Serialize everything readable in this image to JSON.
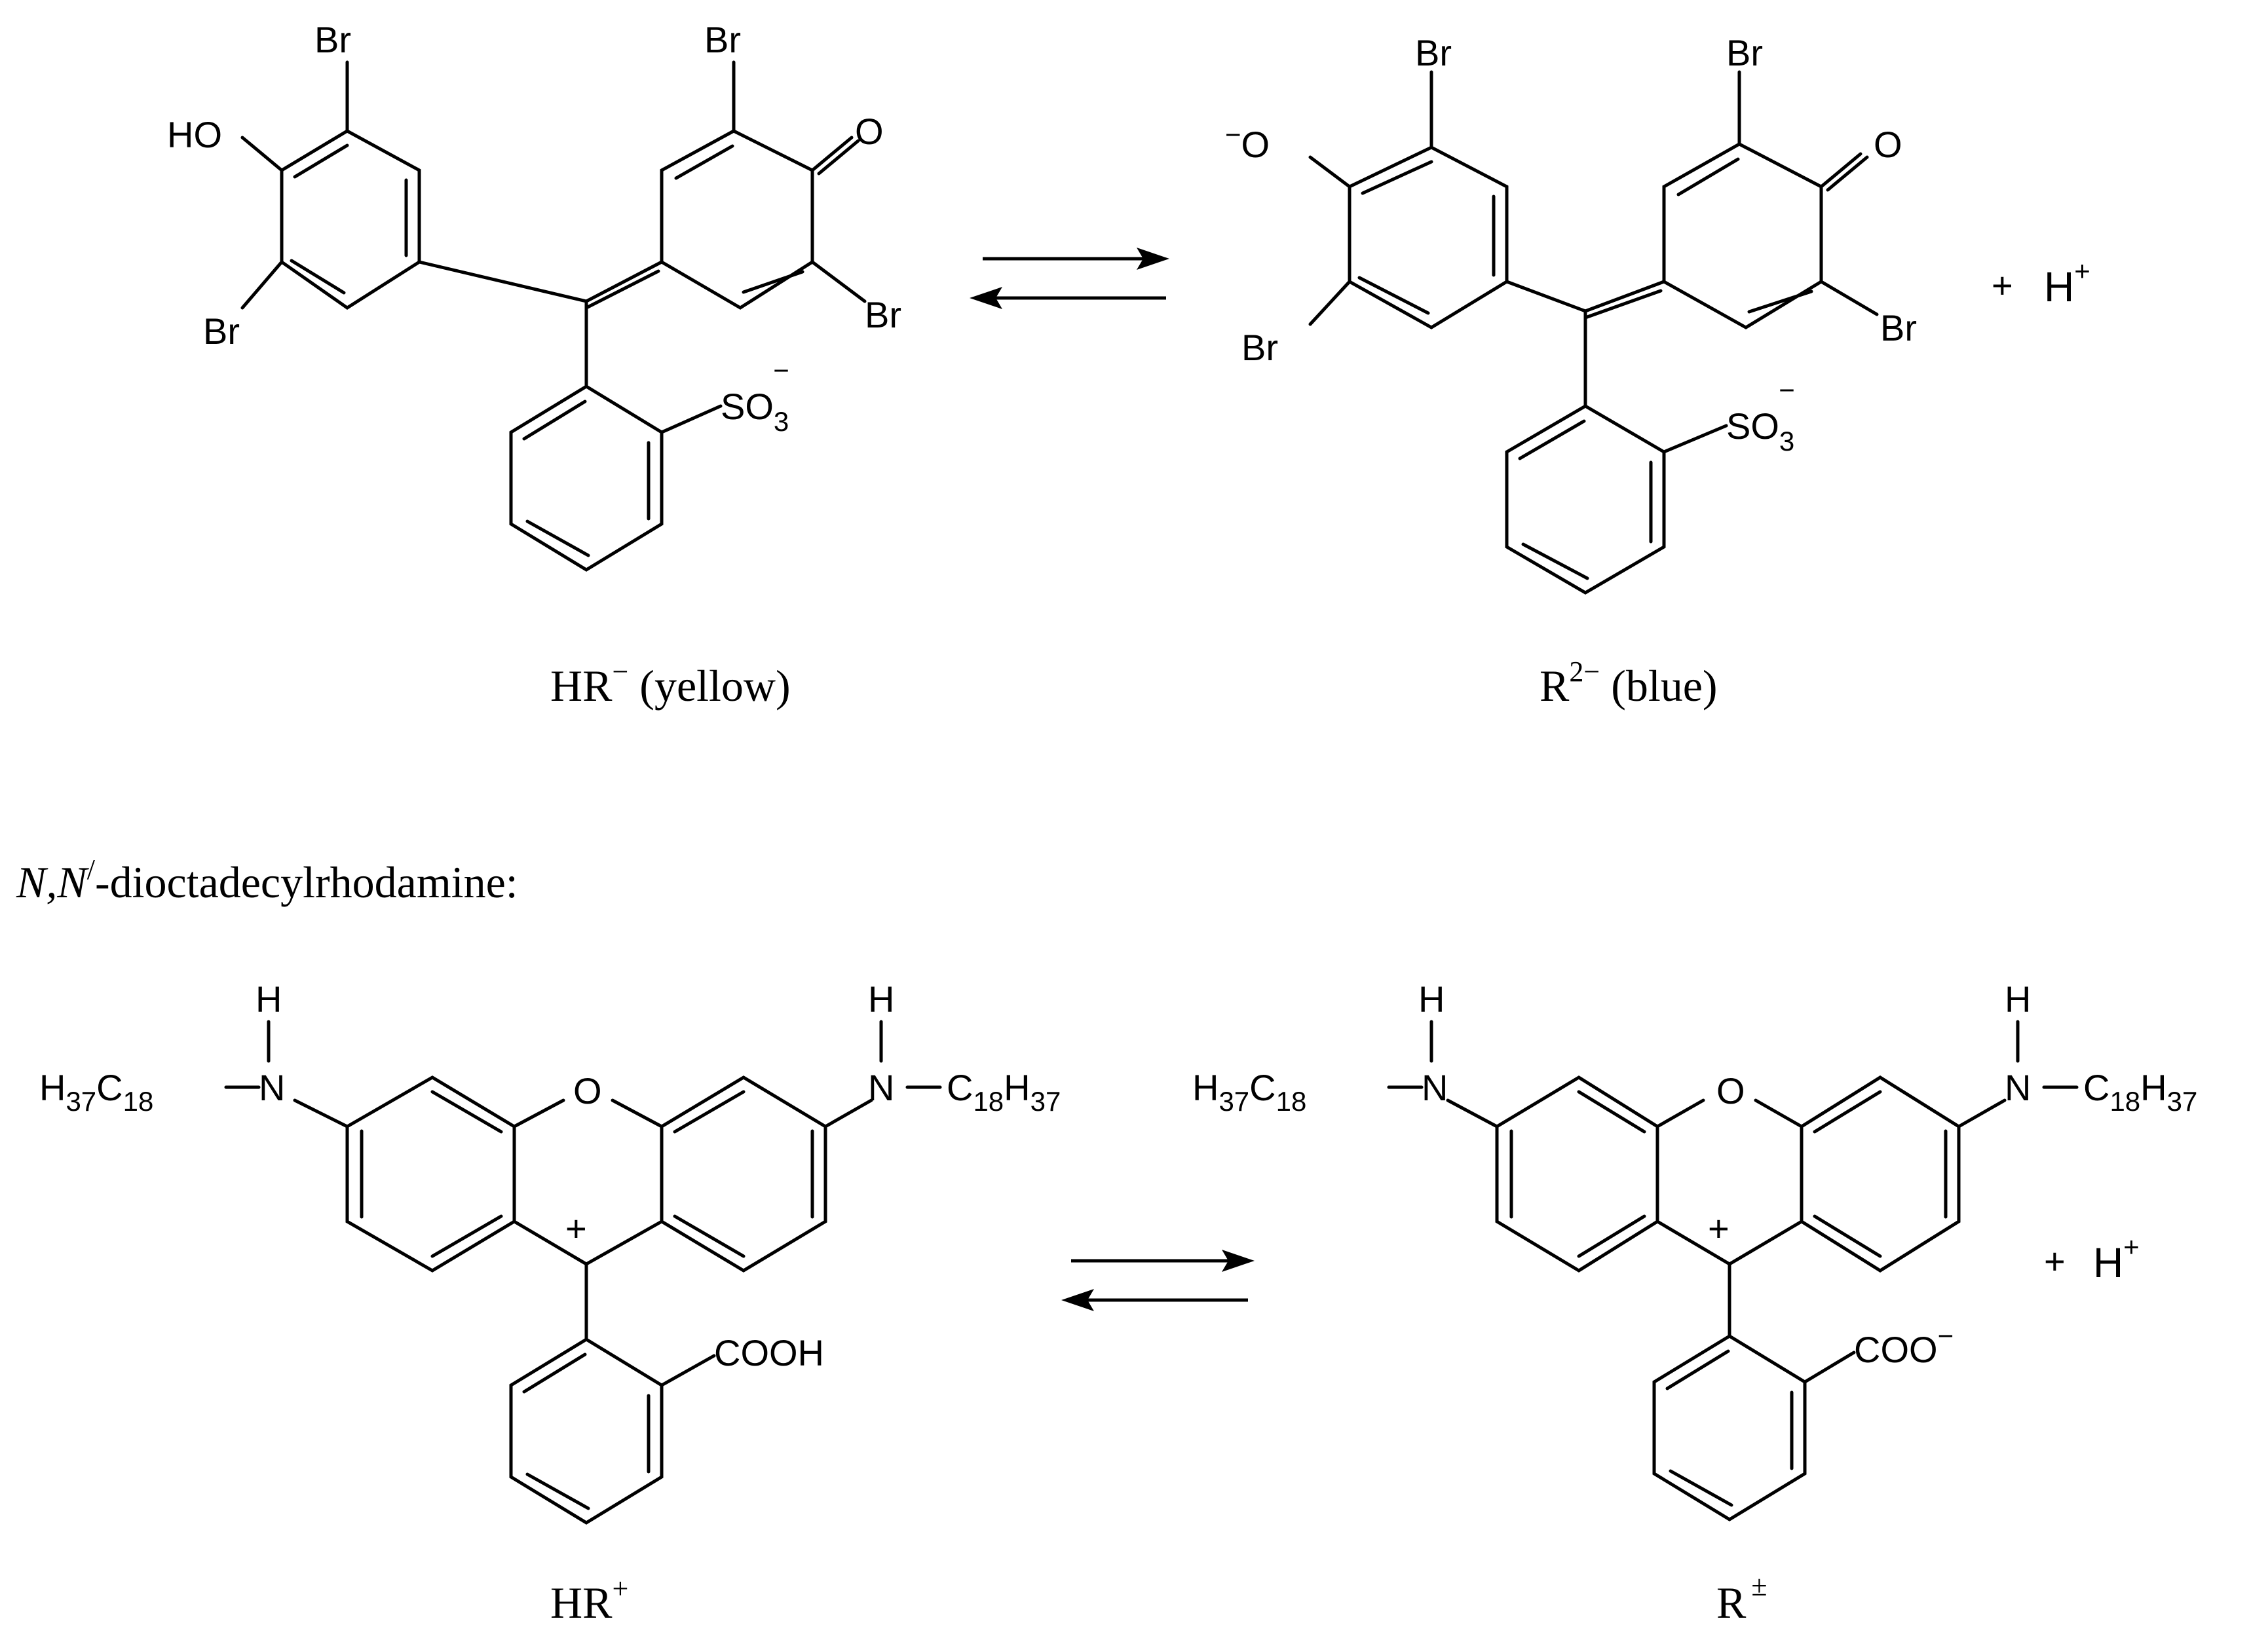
{
  "colors": {
    "ink": "#000000",
    "background": "#ffffff"
  },
  "equilibrium_1": {
    "reactant": {
      "caption": {
        "main": "HR",
        "charge": "−",
        "note": " (yellow)"
      },
      "atoms": {
        "hydroxyl": "HO",
        "br_top_left": "Br",
        "br_bottom_left": "Br",
        "br_top_right": "Br",
        "br_bottom_right": "Br",
        "carbonyl_o": "O",
        "sulfonate": {
          "main": "SO",
          "sub": "3",
          "sup": "−"
        }
      }
    },
    "product": {
      "caption": {
        "main": "R",
        "charge": "2−",
        "note": " (blue)"
      },
      "atoms": {
        "phenoxide": {
          "charge": "−",
          "atom": "O"
        },
        "br_top_left": "Br",
        "br_bottom_left": "Br",
        "br_top_right": "Br",
        "br_bottom_right": "Br",
        "carbonyl_o": "O",
        "sulfonate": {
          "main": "SO",
          "sub": "3",
          "sup": "−"
        }
      },
      "plus": "+",
      "proton": {
        "main": "H",
        "sup": "+"
      }
    }
  },
  "section_title": {
    "italic": "N,N",
    "prime": "/",
    "rest": "-dioctadecylrhodamine:"
  },
  "equilibrium_2": {
    "reactant": {
      "caption": {
        "main": "HR",
        "charge": "+"
      },
      "atoms": {
        "nh_h_left": "H",
        "nh_h_right": "H",
        "n_left": "N",
        "n_right": "N",
        "ring_o": "O",
        "ring_charge": "+",
        "alkyl_left": {
          "h": "H",
          "h_sub": "37",
          "c": "C",
          "c_sub": "18"
        },
        "alkyl_right": {
          "c": "C",
          "c_sub": "18",
          "h": "H",
          "h_sub": "37"
        },
        "acid_group": "COOH"
      }
    },
    "product": {
      "caption": {
        "main": "R",
        "charge": "±"
      },
      "atoms": {
        "nh_h_left": "H",
        "nh_h_right": "H",
        "n_left": "N",
        "n_right": "N",
        "ring_o": "O",
        "ring_charge": "+",
        "alkyl_left": {
          "h": "H",
          "h_sub": "37",
          "c": "C",
          "c_sub": "18"
        },
        "alkyl_right": {
          "c": "C",
          "c_sub": "18",
          "h": "H",
          "h_sub": "37"
        },
        "acid_group": {
          "main": "COO",
          "sup": "−"
        }
      },
      "plus": "+",
      "proton": {
        "main": "H",
        "sup": "+"
      }
    }
  }
}
